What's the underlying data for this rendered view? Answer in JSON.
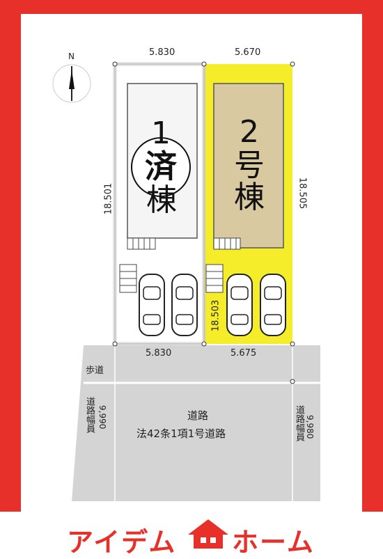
{
  "compass": {
    "label": "N"
  },
  "lot1": {
    "top_width": "5.830",
    "bottom_width": "5.830",
    "depth": "18.501",
    "number": "1",
    "building_char": "棟",
    "sold_mark": "済"
  },
  "lot2": {
    "top_width": "5.670",
    "bottom_width": "5.675",
    "depth": "18.505",
    "parking_depth": "18.503",
    "number": "2",
    "name_line1": "号",
    "name_line2": "棟",
    "color": "#f5ec2a",
    "building_color": "#d8c9a0"
  },
  "sidewalk": {
    "label": "歩道"
  },
  "road": {
    "title": "道路",
    "subtitle": "法42条1項1号道路",
    "left_width_label": "道路幅員",
    "left_width_value": "9,990",
    "right_width_label": "道路幅員",
    "right_width_value": "9,980"
  },
  "brand": {
    "part1": "アイデム",
    "part2": "ホーム",
    "color": "#e8302a"
  }
}
